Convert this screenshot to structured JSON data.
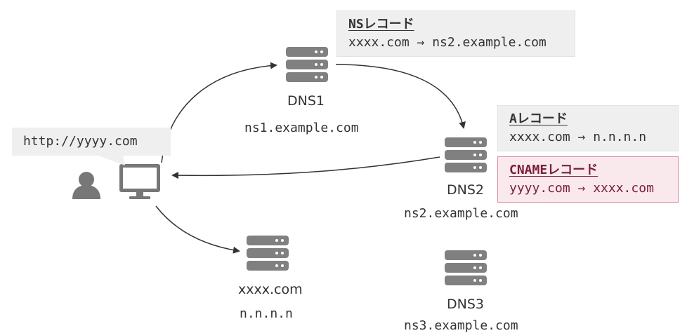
{
  "url_bubble": "http://yyyy.com",
  "servers": {
    "dns1": {
      "name": "DNS1",
      "host": "ns1.example.com"
    },
    "dns2": {
      "name": "DNS2",
      "host": "ns2.example.com"
    },
    "dns3": {
      "name": "DNS3",
      "host": "ns3.example.com"
    },
    "web": {
      "name": "xxxx.com",
      "host": "n.n.n.n"
    }
  },
  "records": {
    "ns": {
      "title": "NSレコード",
      "value": "xxxx.com → ns2.example.com"
    },
    "a": {
      "title": "Aレコード",
      "value": "xxxx.com → n.n.n.n"
    },
    "cname": {
      "title": "CNAMEレコード",
      "value": "yyyy.com → xxxx.com"
    }
  },
  "colors": {
    "server": "#808080",
    "cname_border": "#d98fa2",
    "cname_bg": "#f9e8ec",
    "cname_text": "#7a1e3a"
  }
}
